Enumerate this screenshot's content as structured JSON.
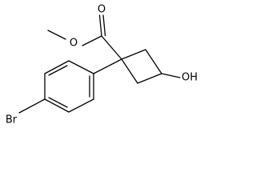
{
  "molecule": {
    "atoms": {
      "carbonyl_oxygen": "O",
      "ester_oxygen": "O",
      "hydroxyl": "OH",
      "bromine": "Br"
    }
  }
}
